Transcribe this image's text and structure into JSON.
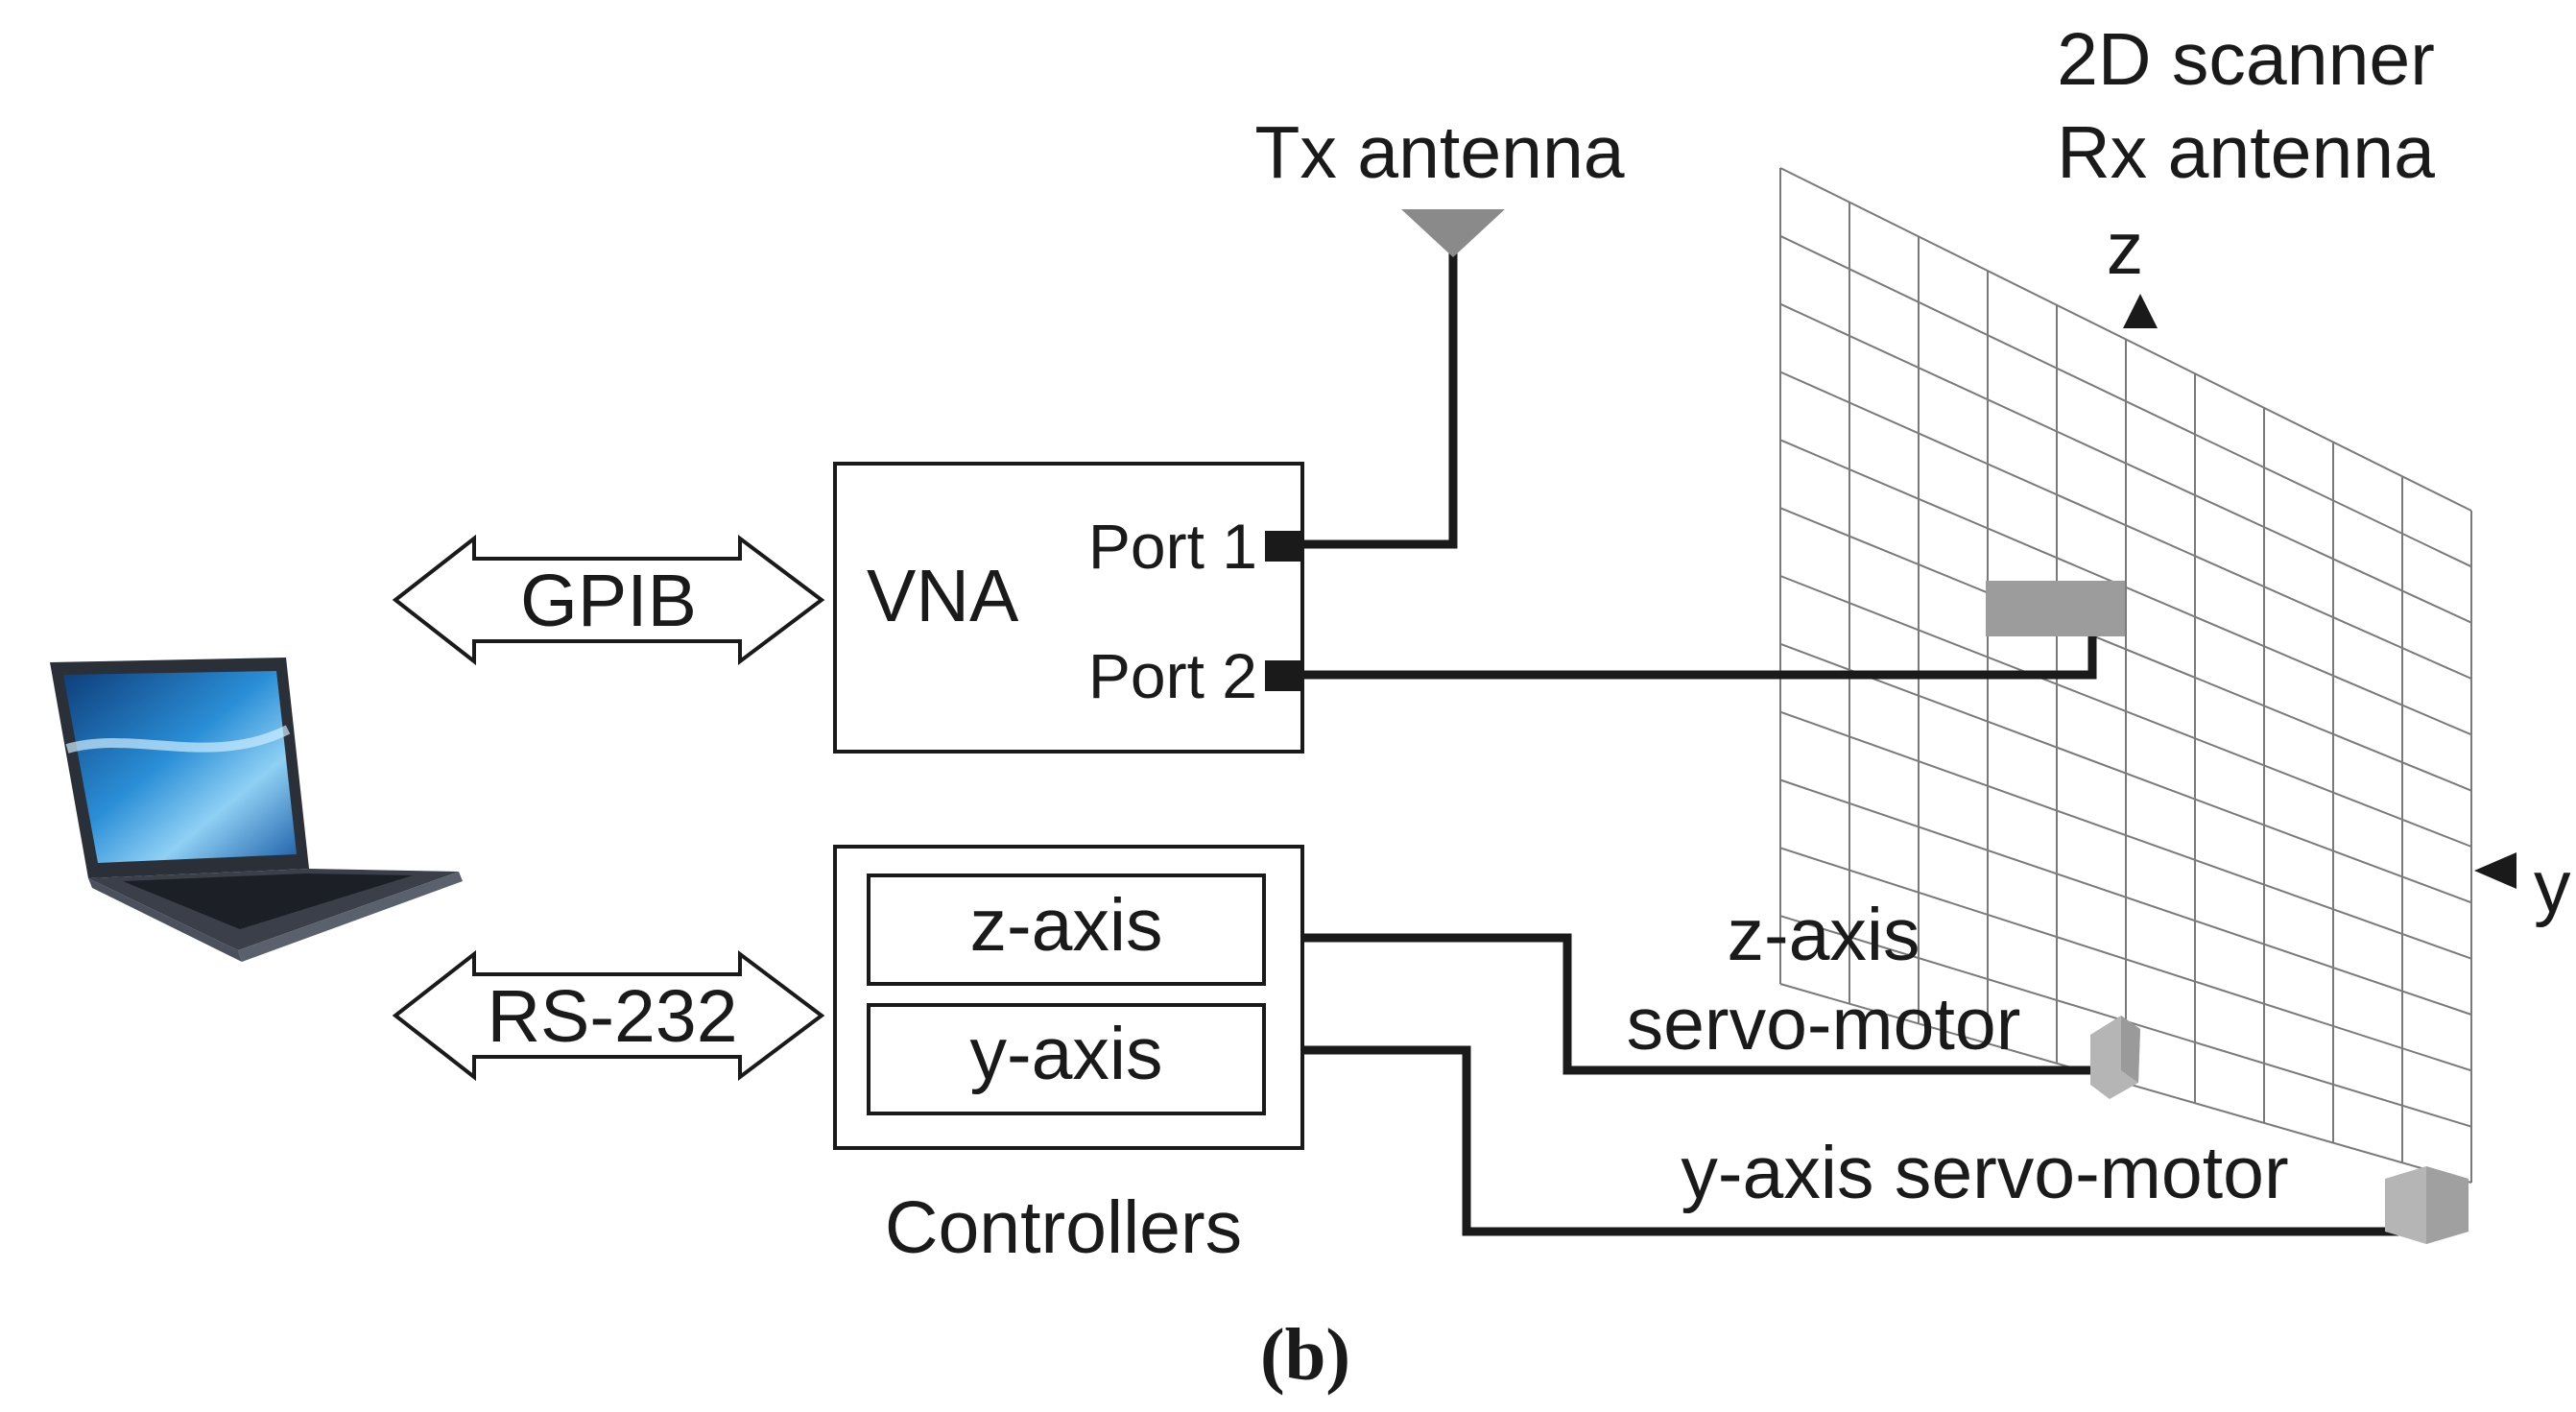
{
  "labels": {
    "gpib": "GPIB",
    "rs232": "RS-232",
    "vna": "VNA",
    "port1": "Port 1",
    "port2": "Port 2",
    "z_axis_controller": "z-axis",
    "y_axis_controller": "y-axis",
    "controllers": "Controllers",
    "tx_antenna": "Tx antenna",
    "scanner_line1": "2D scanner",
    "scanner_line2": "Rx antenna",
    "z_axis_symbol": "z",
    "y_axis_symbol": "y",
    "z_motor_line1": "z-axis",
    "z_motor_line2": "servo-motor",
    "y_motor": "y-axis servo-motor"
  },
  "caption": "(b)",
  "icons": {
    "laptop": "laptop-icon",
    "tx_antenna": "antenna-icon",
    "rx_antenna": "rx-antenna-block",
    "z_motor": "servo-motor-icon",
    "y_motor": "servo-motor-icon"
  },
  "colors": {
    "line": "#1a1a1a",
    "grid": "#7a7a7a",
    "antenna": "#8a8a8a",
    "motor": "#b5b5b5",
    "laptop_frame": "#2b2f38",
    "laptop_screen": "#2a8ed6"
  },
  "scanner_grid": {
    "columns": 10,
    "rows": 12
  }
}
